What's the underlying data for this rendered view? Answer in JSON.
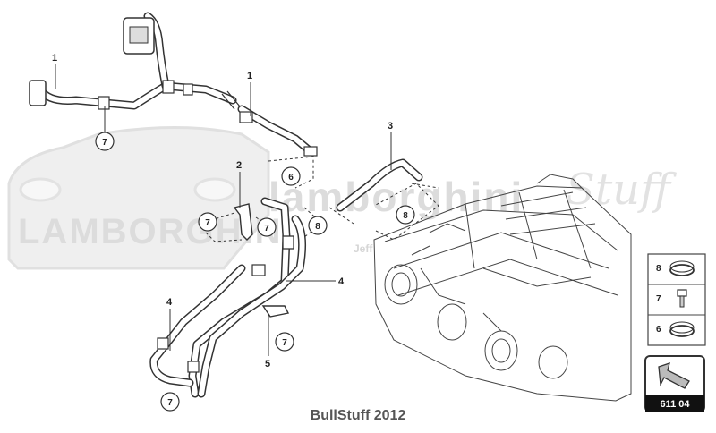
{
  "watermark": {
    "brand": "LAMBORGHINI",
    "site": "lamborghini",
    "script": "Stuff",
    "subtitle": "Jeff"
  },
  "callouts": {
    "c1a": "1",
    "c1b": "1",
    "c2": "2",
    "c3": "3",
    "c4a": "4",
    "c4b": "4",
    "c5": "5"
  },
  "circles": {
    "r7a": "7",
    "r7b": "7",
    "r7c": "7",
    "r7d": "7",
    "r7e": "7",
    "r6": "6",
    "r8a": "8",
    "r8b": "8"
  },
  "legend": {
    "items": [
      {
        "num": "8",
        "icon": "hose-clamp-icon"
      },
      {
        "num": "7",
        "icon": "bolt-icon"
      },
      {
        "num": "6",
        "icon": "hose-clamp-icon"
      }
    ]
  },
  "ref_box": {
    "code": "611 04",
    "icon": "arrow-icon"
  },
  "footer": {
    "text": "BullStuff 2012"
  }
}
